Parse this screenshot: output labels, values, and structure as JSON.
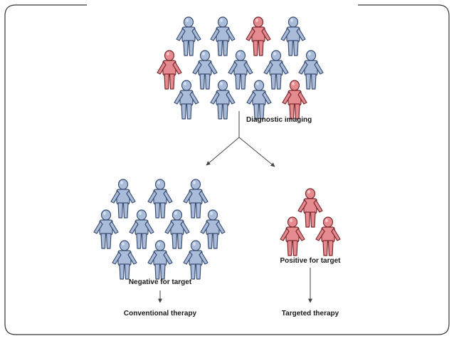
{
  "labels": {
    "top_step": "Diagnostic imaging",
    "negative": "Negative for target",
    "positive": "Positive for target",
    "negative_therapy": "Conventional therapy",
    "positive_therapy": "Targeted therapy"
  },
  "colors": {
    "frame": "#333333",
    "line": "#444444",
    "negative_fill": "#a9bddb",
    "negative_outline": "#3d4f73",
    "positive_fill": "#e58a8e",
    "positive_outline": "#7a2a30"
  },
  "groups": {
    "population": {
      "icon": "person-icon",
      "rows": [
        [
          "negative",
          "negative",
          "positive",
          "negative"
        ],
        [
          "positive",
          "negative",
          "negative",
          "negative",
          "negative"
        ],
        [
          "negative",
          "negative",
          "negative",
          "positive"
        ]
      ]
    },
    "negative_group": {
      "icon": "person-icon",
      "rows": [
        [
          "negative",
          "negative",
          "negative"
        ],
        [
          "negative",
          "negative",
          "negative",
          "negative"
        ],
        [
          "negative",
          "negative",
          "negative"
        ]
      ]
    },
    "positive_group": {
      "icon": "person-icon",
      "rows": [
        [
          "positive"
        ],
        [
          "positive",
          "positive"
        ]
      ]
    }
  }
}
